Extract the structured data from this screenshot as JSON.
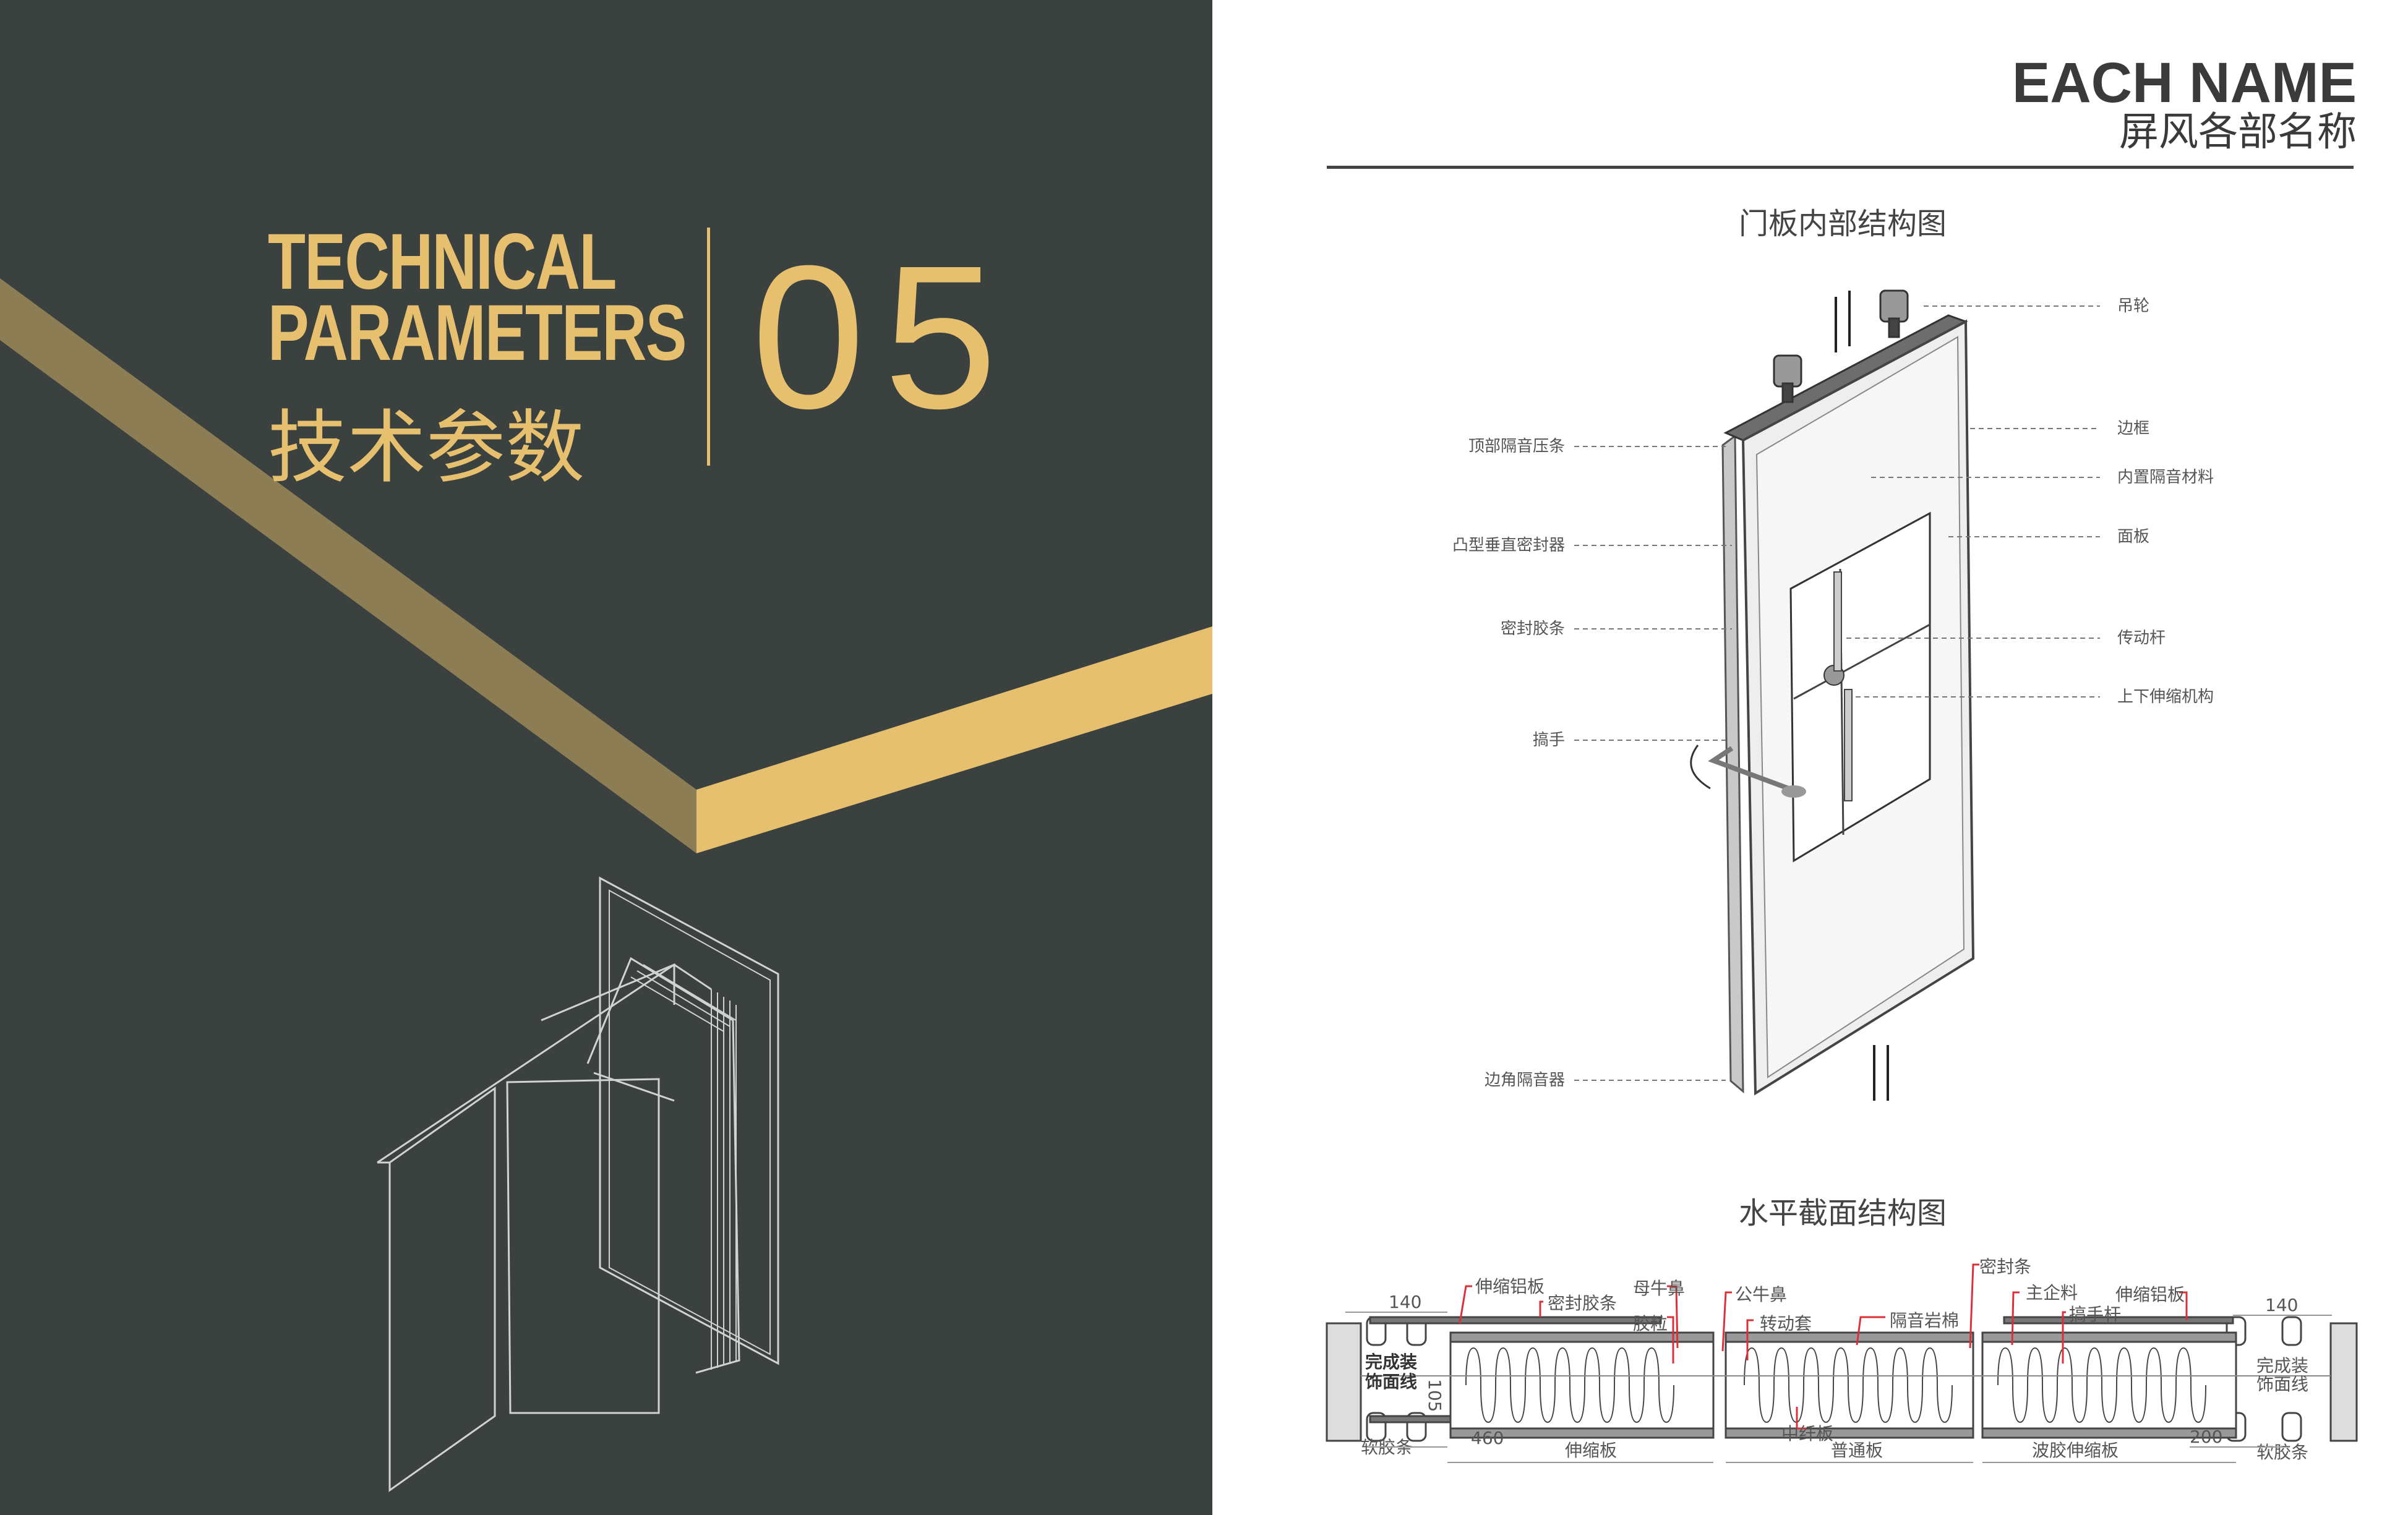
{
  "left_panel": {
    "title_en_line1": "TECHNICAL",
    "title_en_line2": "PARAMETERS",
    "title_cn": "技术参数",
    "section_number": "05"
  },
  "header": {
    "title_en": "EACH NAME",
    "title_cn": "屏风各部名称"
  },
  "door_diagram": {
    "title": "门板内部结构图",
    "left_labels": [
      "顶部隔音压条",
      "凸型垂直密封器",
      "密封胶条",
      "搞手",
      "边角隔音器"
    ],
    "right_labels": [
      "吊轮",
      "边框",
      "内置隔音材料",
      "面板",
      "传动杆",
      "上下伸缩机构"
    ]
  },
  "section_diagram": {
    "title": "水平截面结构图",
    "labels": {
      "telescopic_al_left": "伸缩铝板",
      "seal_strip_left": "密封胶条",
      "female_nose": "母牛鼻",
      "rubber_grain": "胶粒",
      "male_nose": "公牛鼻",
      "rotating_sleeve": "转动套",
      "rock_wool": "隔音岩棉",
      "seal": "密封条",
      "main_profile": "主企料",
      "handle_rod": "搞手杆",
      "telescopic_al_right": "伸缩铝板",
      "finish_line_left_1": "完成装",
      "finish_line_left_2": "饰面线",
      "finish_line_right_1": "完成装",
      "finish_line_right_2": "饰面线",
      "soft_strip_left": "软胶条",
      "soft_strip_right": "软胶条",
      "mdf": "中纤板",
      "panel_telescopic": "伸缩板",
      "panel_normal": "普通板",
      "panel_wave": "波胶伸缩板"
    },
    "dimensions": {
      "left_gap": "140",
      "right_gap": "140",
      "thickness": "105",
      "left_stroke": "460",
      "right_stroke": "200"
    }
  },
  "colors": {
    "dark_bg": "#3b413f",
    "gold": "#e6c06f",
    "gold_dark": "#8d7d55",
    "leader_red": "#d9313a"
  }
}
